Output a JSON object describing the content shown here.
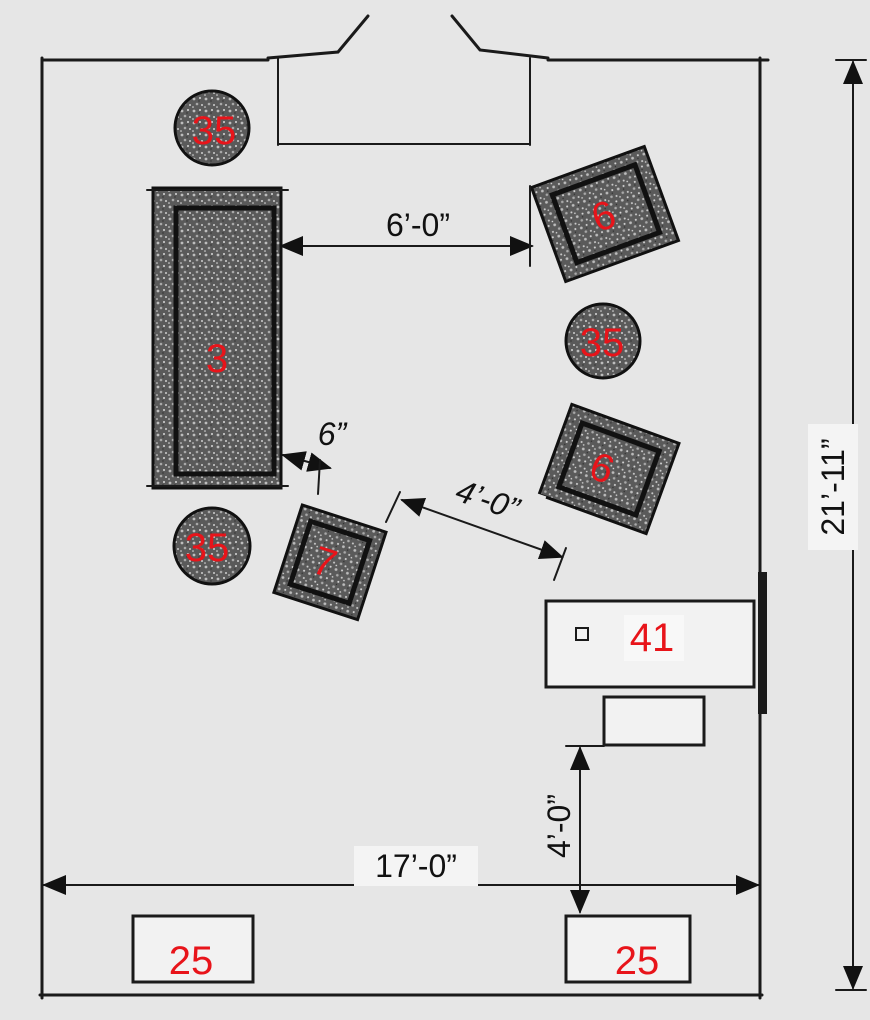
{
  "colors": {
    "background": "#e6e6e6",
    "ink": "#1a1a1a",
    "label": "#e8141a",
    "furniture_fill": "#5a5a5a"
  },
  "labels": {
    "table_top_left": "35",
    "sofa": "3",
    "chair_top_right": "6",
    "table_mid_right": "35",
    "chair_mid_right": "6",
    "table_bottom_left": "35",
    "chair_small": "7",
    "tv_console": "41",
    "cabinet_bottom_left": "25",
    "cabinet_bottom_right": "25"
  },
  "dimensions": {
    "sofa_to_chair": "6’-0”",
    "sofa_to_chair7_gap": "6”",
    "chair7_to_console": "4’-0”",
    "console_to_wall": "4’-0”",
    "room_width": "17’-0”",
    "room_length": "21’-11”"
  }
}
